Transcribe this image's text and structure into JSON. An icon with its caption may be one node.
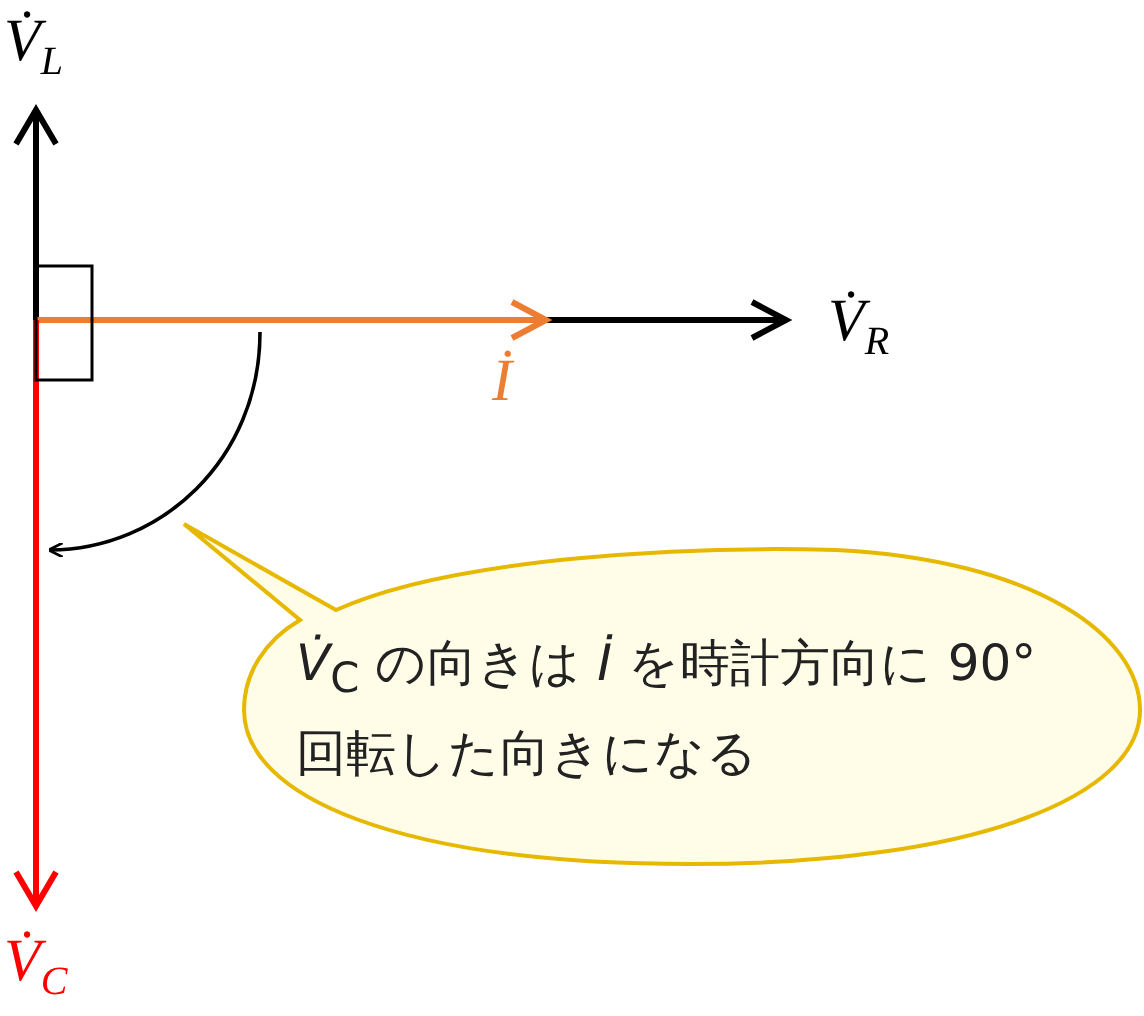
{
  "diagram": {
    "nodes": [
      {
        "text": [
          "*V̇*$_{C}$ の向きは *İ* を時計方向に 90°回転した向きになる"
        ]
      }
    ],
    "edges": [],
    "labels": [
      "V̇$_{L}$",
      "V̇$_{R}$",
      "İ",
      "V̇$_{C}$"
    ]
  }
}
